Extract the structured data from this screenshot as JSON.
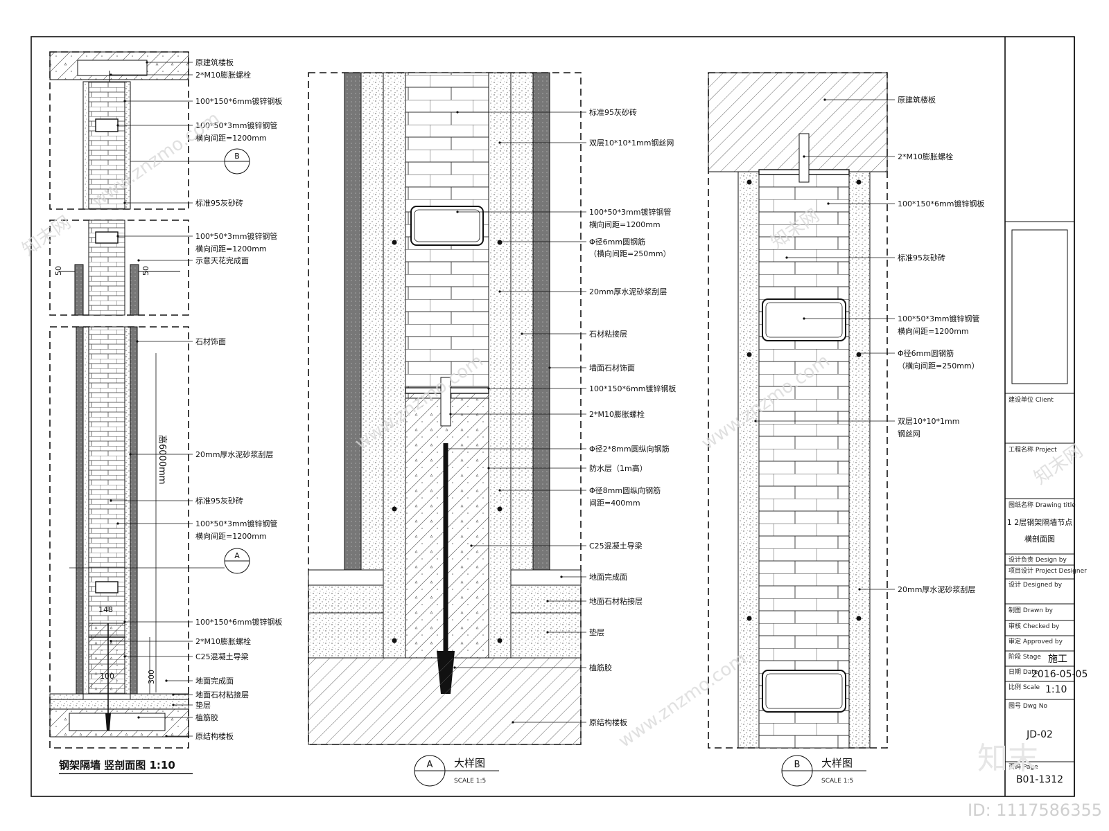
{
  "title_block": {
    "client_label": "建设单位 Client",
    "project_label": "工程名称 Project",
    "drawing_title_label": "图纸名称 Drawing title",
    "drawing_title_line1": "1 2层钢架隔墙节点",
    "drawing_title_line2": "横剖面图",
    "designer_label": "设计负责 Design by",
    "project_designer_label": "项目设计 Project Designer",
    "design_label": "设计 Designed by",
    "drawn_label": "制图 Drawn by",
    "checked_label": "审核 Checked by",
    "approved_label": "审定 Approved by",
    "stage_label": "阶段 Stage",
    "stage_value": "施工",
    "date_label": "日期 Date",
    "date_value": "2016-05-05",
    "scale_label": "比例 Scale",
    "scale_value": "1:10",
    "drawing_no_label": "图号 Dwg No",
    "drawing_no_value": "JD-02",
    "page_label": "页码 Page",
    "page_value": "B01-1312"
  },
  "section_left": {
    "caption": "钢架隔墙 竖剖面图 1:10",
    "labels": [
      "原建筑楼板",
      "2*M10膨胀螺栓",
      "100*150*6mm镀锌钢板",
      "100*50*3mm镀锌钢管",
      "横向间距=1200mm",
      "标准95灰砂砖",
      "100*50*3mm镀锌钢管",
      "横向间距=1200mm",
      "示意天花完成面",
      "石材饰面",
      "20mm厚水泥砂浆刮层",
      "标准95灰砂砖",
      "100*50*3mm镀锌钢管",
      "横向间距=1200mm",
      "100*150*6mm镀锌钢板",
      "2*M10膨胀螺栓",
      "C25混凝土导梁",
      "地面完成面",
      "地面石材粘接层",
      "垫层",
      "植筋胶",
      "原结构楼板"
    ],
    "dims": {
      "d50a": "50",
      "d50b": "50",
      "height": "高6000mm",
      "d148": "148",
      "d100": "100",
      "d300": "300"
    },
    "callout_b": "B",
    "callout_a": "A"
  },
  "section_a": {
    "labels": [
      "标准95灰砂砖",
      "双层10*10*1mm钢丝网",
      "100*50*3mm镀锌钢管",
      "横向间距=1200mm",
      "Φ径6mm圆钢筋",
      "（横向间距=250mm）",
      "20mm厚水泥砂浆刮层",
      "石材粘接层",
      "墙面石材饰面",
      "100*150*6mm镀锌钢板",
      "2*M10膨胀螺栓",
      "Φ径2*8mm圆纵向钢筋",
      "防水层（1m高）",
      "Φ径8mm圆纵向钢筋",
      "间距=400mm",
      "C25混凝土导梁",
      "地面完成面",
      "地面石材粘接层",
      "垫层",
      "植筋胶",
      "原结构楼板"
    ],
    "callout": "A",
    "title": "大样图",
    "scale": "SCALE 1:5"
  },
  "section_b": {
    "labels": [
      "原建筑楼板",
      "2*M10膨胀螺栓",
      "100*150*6mm镀锌钢板",
      "标准95灰砂砖",
      "100*50*3mm镀锌钢管",
      "横向间距=1200mm",
      "Φ径6mm圆钢筋",
      "（横向间距=250mm）",
      "双层10*10*1mm",
      "钢丝网",
      "20mm厚水泥砂浆刮层"
    ],
    "callout": "B",
    "title": "大样图",
    "scale": "SCALE 1:5"
  },
  "watermarks": {
    "site": "www.znzmo.com",
    "brand": "知末网",
    "corner_logo": "知末",
    "image_id": "ID: 1117586355"
  }
}
